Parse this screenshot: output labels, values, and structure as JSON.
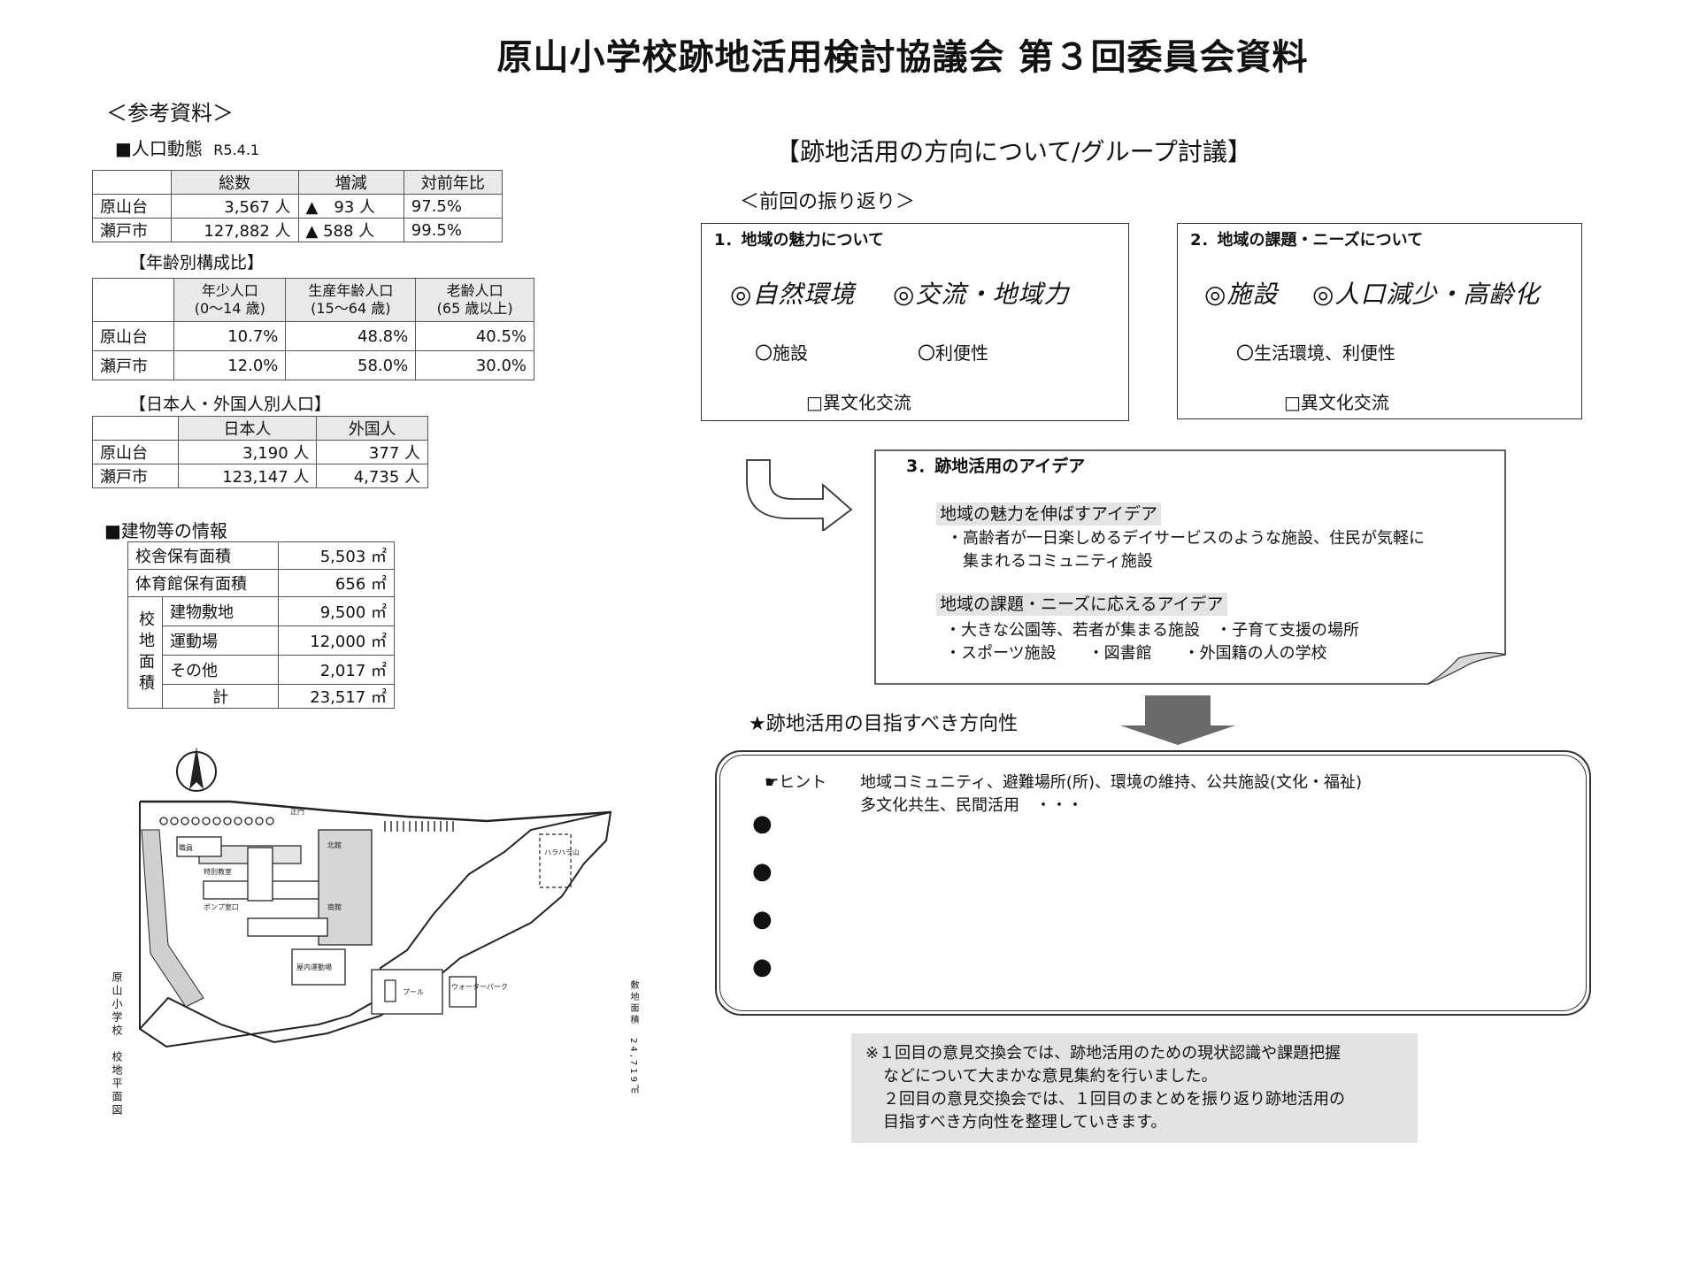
{
  "title": "原山小学校跡地活用検討協議会 第３回委員会資料",
  "reference": {
    "heading": "＜参考資料＞",
    "population": {
      "heading": "■人口動態",
      "date": "R5.4.1",
      "headers": [
        "",
        "総数",
        "増減",
        "対前年比"
      ],
      "rows": [
        [
          "原山台",
          "3,567 人",
          "▲　93 人",
          "97.5%"
        ],
        [
          "瀬戸市",
          "127,882 人",
          "▲ 588 人",
          "99.5%"
        ]
      ]
    },
    "age": {
      "heading": "【年齢別構成比】",
      "headers": [
        "",
        "年少人口\n(0～14 歳)",
        "生産年齢人口\n(15～64 歳)",
        "老齢人口\n(65 歳以上)"
      ],
      "rows": [
        [
          "原山台",
          "10.7%",
          "48.8%",
          "40.5%"
        ],
        [
          "瀬戸市",
          "12.0%",
          "58.0%",
          "30.0%"
        ]
      ]
    },
    "nationality": {
      "heading": "【日本人・外国人別人口】",
      "headers": [
        "",
        "日本人",
        "外国人"
      ],
      "rows": [
        [
          "原山台",
          "3,190 人",
          "377 人"
        ],
        [
          "瀬戸市",
          "123,147 人",
          "4,735 人"
        ]
      ]
    },
    "building": {
      "heading": "■建物等の情報",
      "school_area_label": "校舎保有面積",
      "school_area": "5,503 ㎡",
      "gym_area_label": "体育館保有面積",
      "gym_area": "656 ㎡",
      "site_label": "校地面積",
      "site_rows": [
        [
          "建物敷地",
          "9,500 ㎡"
        ],
        [
          "運動場",
          "12,000 ㎡"
        ],
        [
          "その他",
          "2,017 ㎡"
        ],
        [
          "計",
          "23,517 ㎡"
        ]
      ]
    },
    "map": {
      "caption_left": "原山小学校　校地平面図",
      "caption_right": "敷地面積　24,719㎡",
      "labels": [
        "正門",
        "特別教室",
        "ポンプ室口",
        "北館",
        "南館",
        "屋内運動場",
        "プール",
        "ウォーターパーク",
        "ハラハラ山",
        "職員"
      ]
    }
  },
  "discussion": {
    "heading": "【跡地活用の方向について/グループ討議】",
    "review_label": "＜前回の振り返り＞",
    "box1": {
      "title": "1．地域の魅力について",
      "main": [
        "◎自然環境",
        "◎交流・地域力"
      ],
      "sub": [
        "〇施設",
        "〇利便性"
      ],
      "extra": "□異文化交流"
    },
    "box2": {
      "title": "2．地域の課題・ニーズについて",
      "main": [
        "◎施設",
        "◎人口減少・高齢化"
      ],
      "sub": [
        "〇生活環境、利便性"
      ],
      "extra": "□異文化交流"
    },
    "box3": {
      "title": "3．跡地活用のアイデア",
      "group1_label": "地域の魅力を伸ばすアイデア",
      "group1_lines": [
        "・高齢者が一日楽しめるデイサービスのような施設、住民が気軽に",
        "集まれるコミュニティ施設"
      ],
      "group2_label": "地域の課題・ニーズに応えるアイデア",
      "group2_lines": [
        "・大きな公園等、若者が集まる施設　・子育て支援の場所",
        "・スポーツ施設　　・図書館　　・外国籍の人の学校"
      ]
    },
    "direction_label": "★跡地活用の目指すべき方向性",
    "hint": {
      "prefix": "☛ヒント",
      "line1": "地域コミュニティ、避難場所(所)、環境の維持、公共施設(文化・福祉)",
      "line2": "多文化共生、民間活用　・・・"
    },
    "bullets": [
      "●",
      "●",
      "●",
      "●"
    ],
    "note_lines": [
      "※１回目の意見交換会では、跡地活用のための現状認識や課題把握",
      "などについて大まかな意見集約を行いました。",
      "２回目の意見交換会では、１回目のまとめを振り返り跡地活用の",
      "目指すべき方向性を整理していきます。"
    ]
  }
}
